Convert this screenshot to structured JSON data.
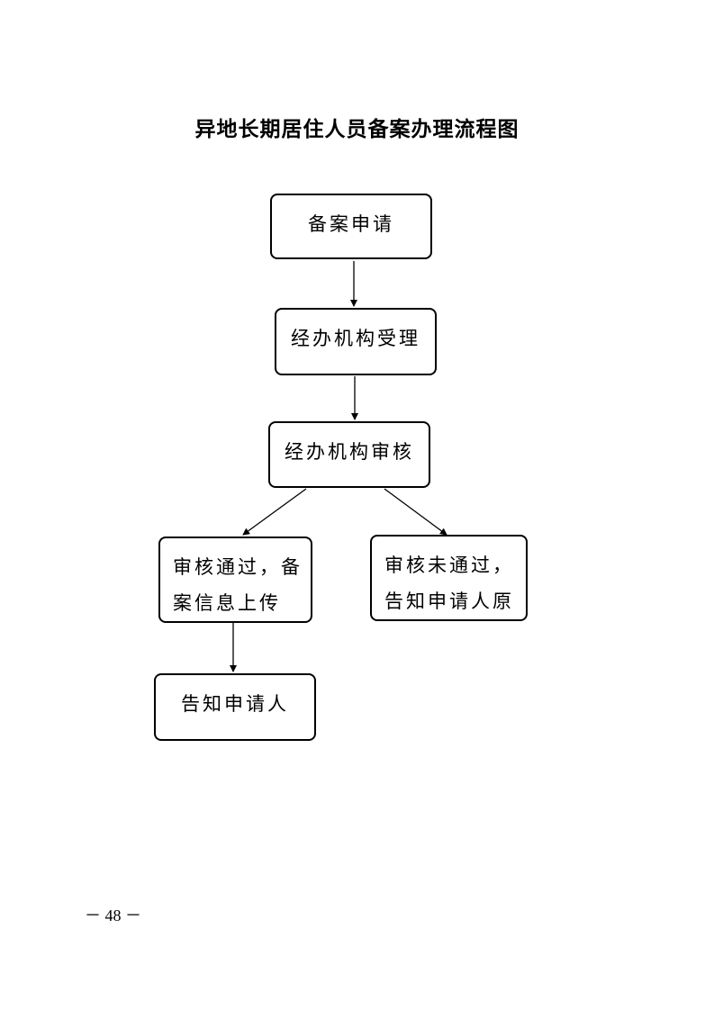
{
  "title": "异地长期居住人员备案办理流程图",
  "nodes": {
    "apply": "备案申请",
    "accept": "经办机构受理",
    "review": "经办机构审核",
    "pass_line1": "审核通过，备",
    "pass_line2": "案信息上传",
    "fail_line1": "审核未通过，",
    "fail_line2": "告知申请人原",
    "notify": "告知申请人"
  },
  "page_number": "－ 48 －"
}
